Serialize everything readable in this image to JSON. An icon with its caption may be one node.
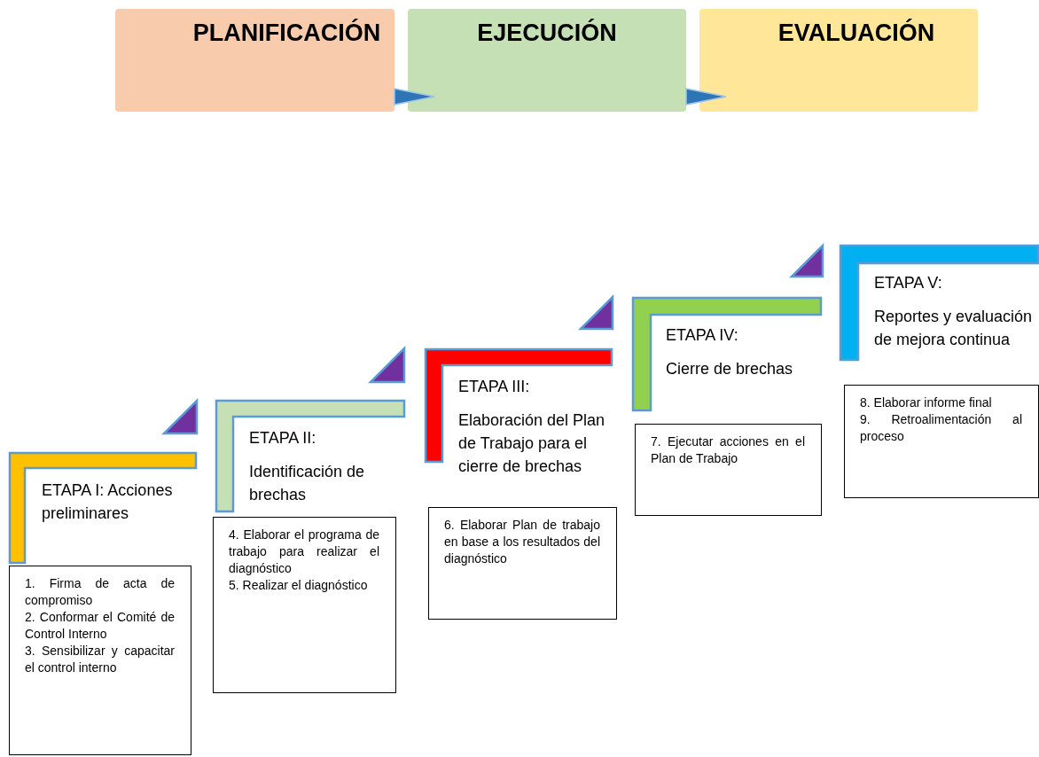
{
  "diagram": {
    "nodes": [
      {
        "text": [
          "PLANIFICACIÓN"
        ]
      },
      {
        "text": [
          "EJECUCIÓN"
        ]
      },
      {
        "text": [
          "EVALUACIÓN"
        ]
      },
      {
        "text": [
          "ETAPA I: Acciones preliminares"
        ]
      },
      {
        "text": [
          "ETAPA II:",
          "Identificación de brechas"
        ]
      },
      {
        "text": [
          "ETAPA III:",
          "Elaboración del Plan de Trabajo para el cierre de brechas"
        ]
      },
      {
        "text": [
          "ETAPA IV:",
          "Cierre de brechas"
        ]
      },
      {
        "text": [
          "ETAPA V:",
          "Reportes y evaluación de mejora continua"
        ]
      },
      {
        "text": [
          "1. Firma de acta de compromiso",
          "2. Conformar el Comité de Control Interno",
          "3. Sensibilizar y capacitar el control interno"
        ]
      },
      {
        "text": [
          "4. Elaborar el programa de trabajo para realizar el diagnóstico",
          "5. Realizar el diagnóstico"
        ]
      },
      {
        "text": [
          "6. Elaborar Plan de trabajo en base a los resultados del diagnóstico"
        ]
      },
      {
        "text": [
          "7. Ejecutar acciones en el Plan de Trabajo"
        ]
      },
      {
        "text": [
          "8. Elaborar informe final",
          "9. Retroalimentación al proceso"
        ]
      }
    ],
    "edges": [
      {
        "from": 0,
        "to": 1,
        "arrow": "to"
      },
      {
        "from": 1,
        "to": 2,
        "arrow": "to"
      }
    ]
  }
}
